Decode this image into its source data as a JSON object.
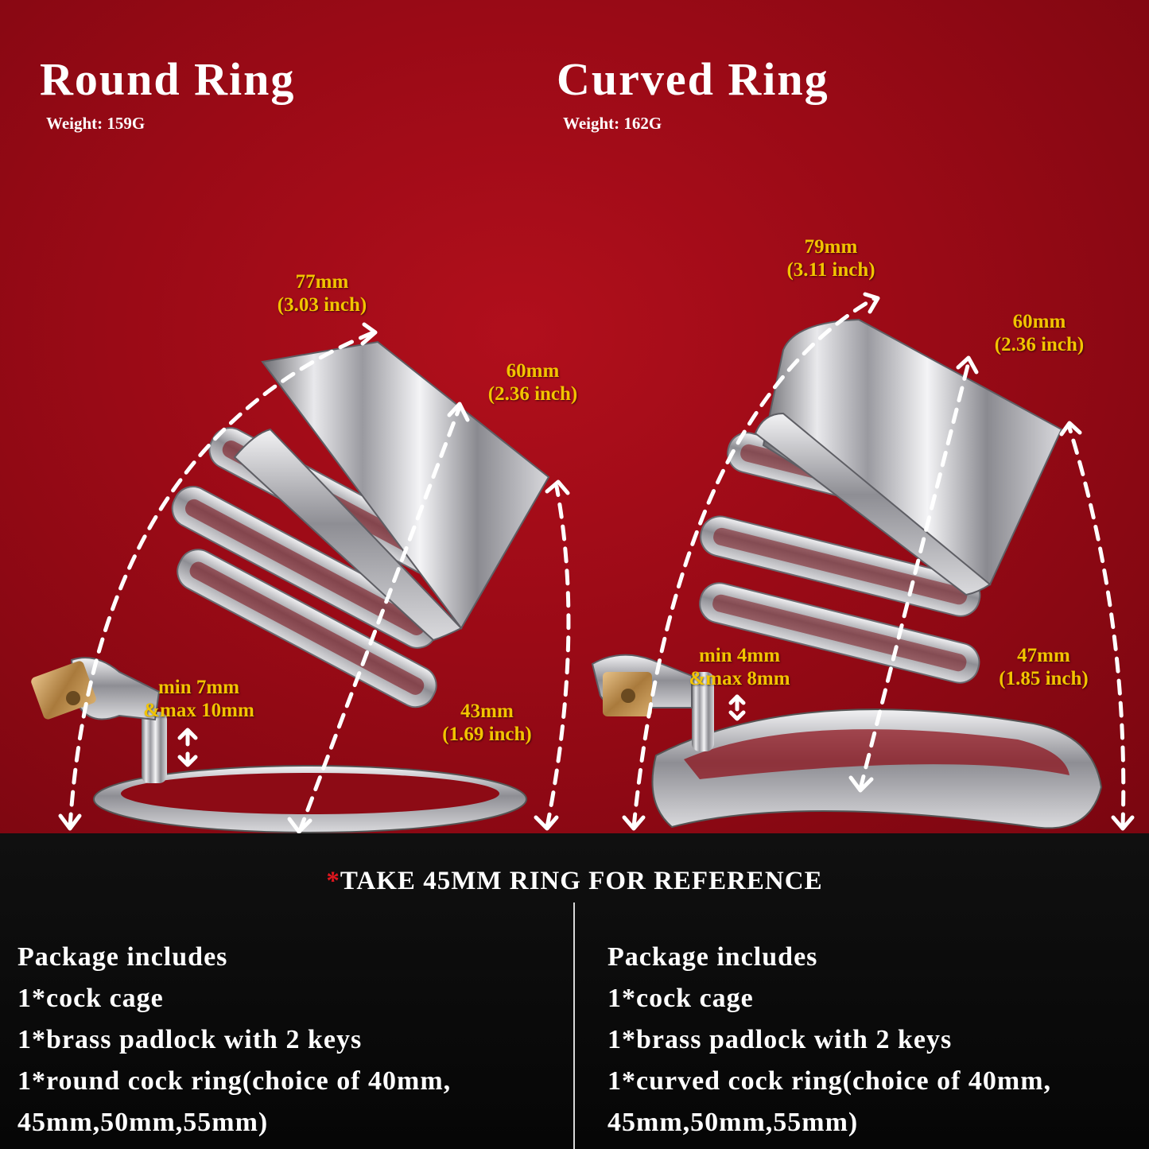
{
  "left": {
    "title": "Round Ring",
    "weight": "Weight:  159G",
    "measurements": {
      "length": [
        "77mm",
        "(3.03 inch)"
      ],
      "tube": [
        "60mm",
        "(2.36 inch)"
      ],
      "gap": [
        "min 7mm",
        "&max 10mm"
      ],
      "height": [
        "43mm",
        "(1.69 inch)"
      ]
    },
    "package": {
      "heading": "Package includes",
      "items": [
        "1*cock cage",
        "1*brass padlock with 2 keys",
        "1*round cock ring(choice of 40mm,",
        "45mm,50mm,55mm)"
      ]
    }
  },
  "right": {
    "title": "Curved Ring",
    "weight": "Weight:  162G",
    "measurements": {
      "length": [
        "79mm",
        "(3.11 inch)"
      ],
      "tube": [
        "60mm",
        "(2.36 inch)"
      ],
      "gap": [
        "min 4mm",
        "&max 8mm"
      ],
      "height": [
        "47mm",
        "(1.85 inch)"
      ]
    },
    "package": {
      "heading": "Package includes",
      "items": [
        "1*cock cage",
        "1*brass padlock with 2 keys",
        "1*curved cock ring(choice of 40mm,",
        "45mm,50mm,55mm)"
      ]
    }
  },
  "reference_note": {
    "star": "*",
    "text": "TAKE 45MM RING FOR REFERENCE"
  },
  "colors": {
    "background_top": "#a30d1a",
    "background_bottom": "#0a0a0a",
    "measurement_text": "#f2c400",
    "reference_star": "#e0161e"
  }
}
